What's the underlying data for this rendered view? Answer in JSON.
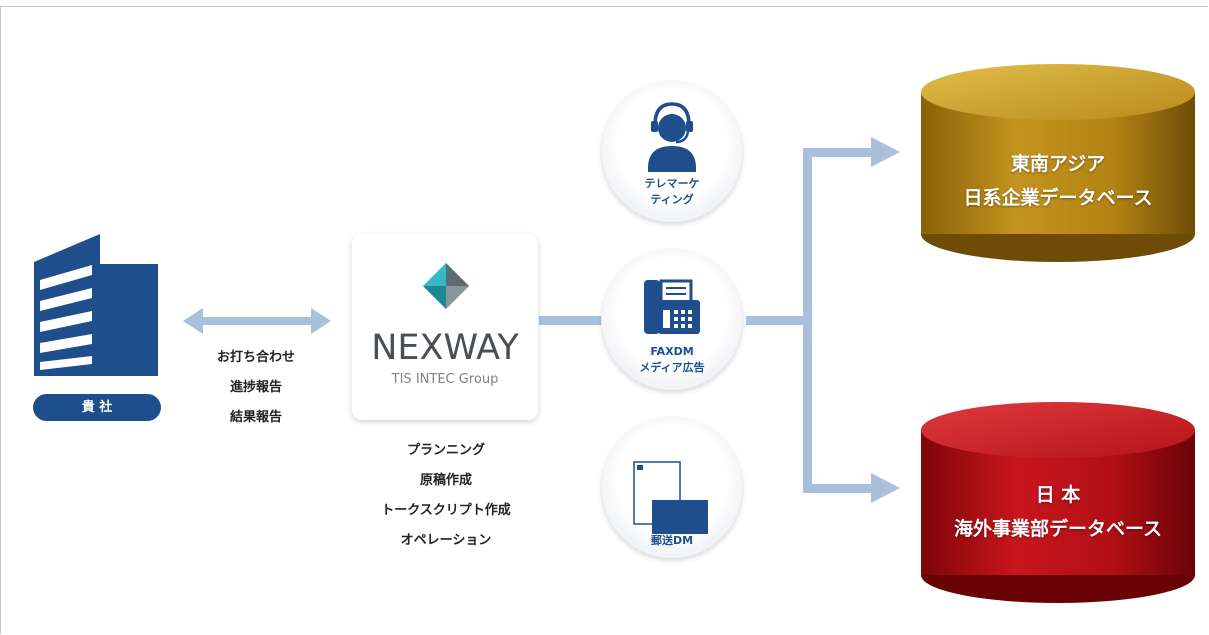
{
  "client": {
    "label": "貴 社"
  },
  "client_comms": [
    "お打ち合わせ",
    "進捗報告",
    "結果報告"
  ],
  "center": {
    "brand": "NEXWAY",
    "subtitle": "TIS INTEC Group",
    "tasks": [
      "プランニング",
      "原稿作成",
      "トークスクリプト作成",
      "オペレーション"
    ]
  },
  "channels": [
    {
      "icon": "headset-operator-icon",
      "lines": [
        "テレマーケ",
        "ティング"
      ]
    },
    {
      "icon": "fax-machine-icon",
      "lines": [
        "FAXDM",
        "メディア広告"
      ]
    },
    {
      "icon": "mail-envelope-icon",
      "lines": [
        "郵送DM"
      ]
    }
  ],
  "databases": [
    {
      "lines": [
        "東南アジア",
        "日系企業データベース"
      ],
      "color": "#b5861a"
    },
    {
      "lines": [
        "日 本",
        "海外事業部データベース"
      ],
      "color": "#b3141b"
    }
  ],
  "colors": {
    "arrow": "#a9bfdc",
    "navy": "#1f4e8c",
    "teal": "#36b9c4"
  }
}
